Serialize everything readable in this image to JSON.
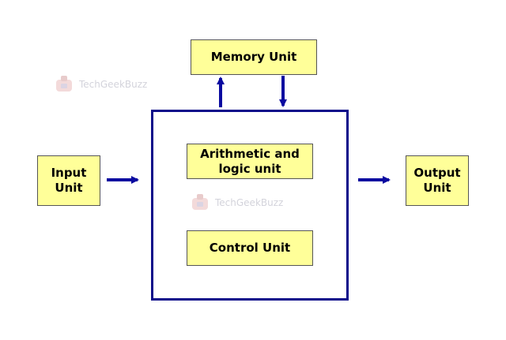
{
  "colors": {
    "box_fill": "#ffff99",
    "box_border": "#555555",
    "cpu_border": "#0a0a8a",
    "arrow": "#0a0aa0",
    "watermark": "#cfcfd8"
  },
  "boxes": {
    "memory": "Memory Unit",
    "input_line1": "Input",
    "input_line2": "Unit",
    "alu_line1": "Arithmetic and",
    "alu_line2": "logic unit",
    "control": "Control Unit",
    "output_line1": "Output",
    "output_line2": "Unit"
  },
  "watermarks": {
    "text": "TechGeekBuzz",
    "icon": "robot-logo-icon"
  }
}
